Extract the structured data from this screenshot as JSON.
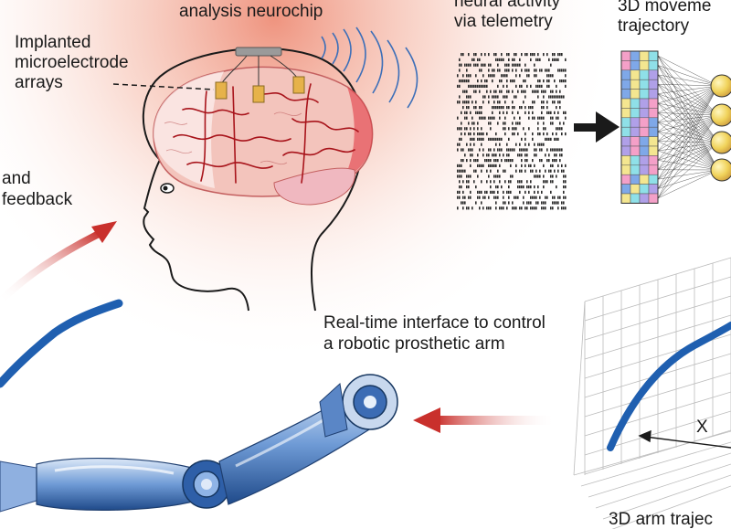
{
  "labels": {
    "neurochip": "analysis neurochip",
    "implanted_line1": "Implanted",
    "implanted_line2": "microelectrode",
    "implanted_line3": "arrays",
    "neural_activity_line1": "neural activity",
    "neural_activity_line2": "via telemetry",
    "movement_line1": "3D moveme",
    "movement_line2": "trajectory",
    "feedback_line1": "and",
    "feedback_line2": "feedback",
    "interface_line1": "Real-time interface to control",
    "interface_line2": "a robotic prosthetic arm",
    "axis_x": "X",
    "arm_trajectory": "3D arm trajec"
  },
  "colors": {
    "glow": "#f2a08a",
    "brain_pink": "#f0b0a8",
    "brain_vessel": "#a8141b",
    "arrow_red": "#c9302c",
    "trajectory_blue": "#1f5fb0",
    "arm_blue": "#5e8fd0",
    "grid_cell_colors": [
      "#f4a0c8",
      "#7fa8e8",
      "#f4e690",
      "#8fe0e8",
      "#b0a0e8"
    ]
  },
  "icons": {
    "telemetry": "telemetry-waves-icon",
    "arrow": "arrow-right-icon"
  }
}
